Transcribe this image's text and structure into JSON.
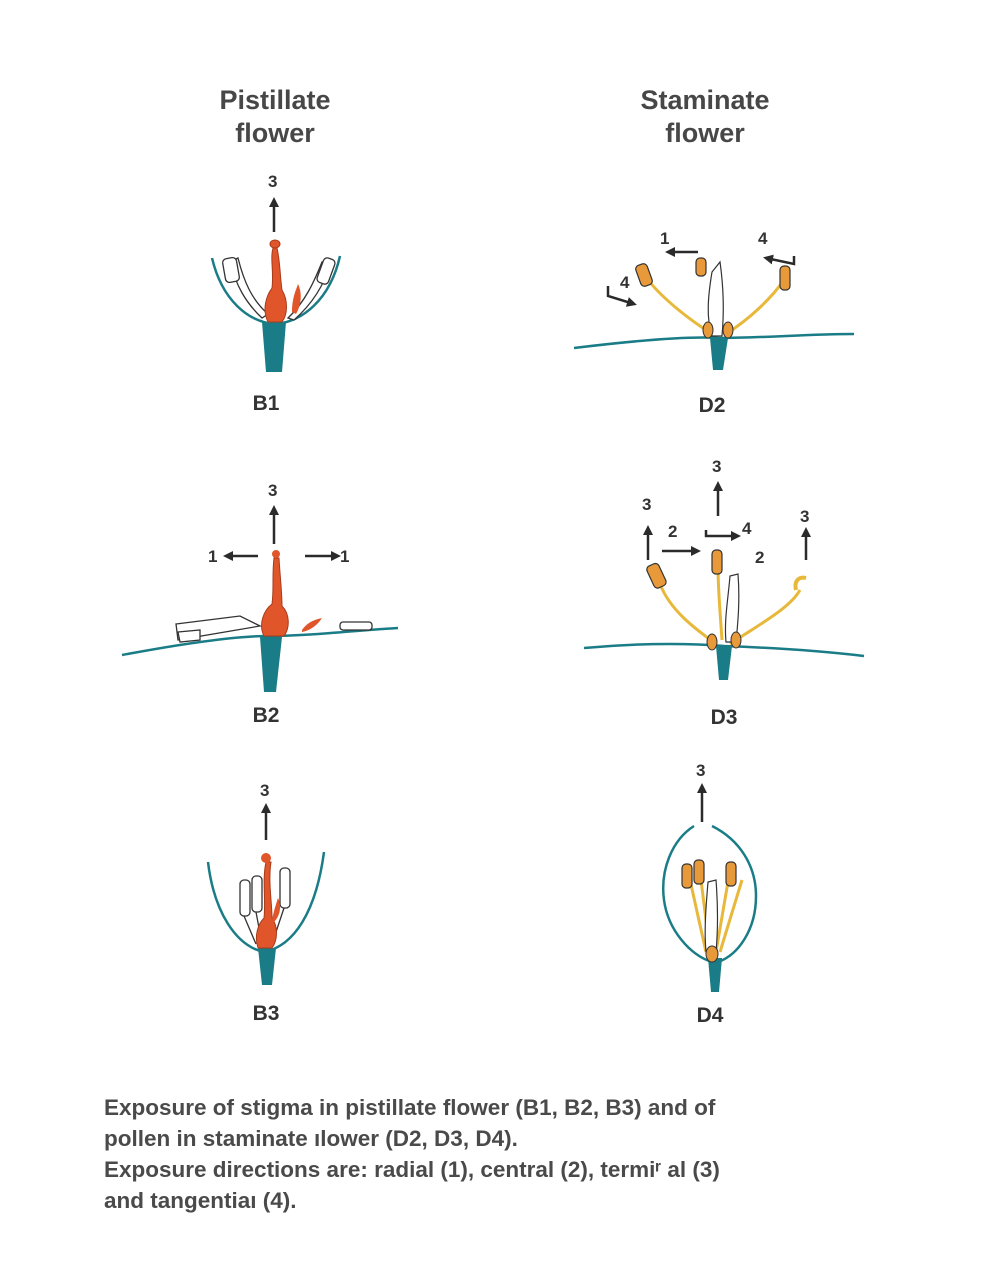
{
  "headings": {
    "pistillate": [
      "Pistillate",
      "flower"
    ],
    "staminate": [
      "Staminate",
      "flower"
    ]
  },
  "panels": {
    "B1": {
      "label": "B1"
    },
    "B2": {
      "label": "B2"
    },
    "B3": {
      "label": "B3"
    },
    "D2": {
      "label": "D2"
    },
    "D3": {
      "label": "D3"
    },
    "D4": {
      "label": "D4"
    }
  },
  "arrow_numbers": {
    "radial": "1",
    "central": "2",
    "terminal": "3",
    "tangential": "4"
  },
  "caption": {
    "lines": [
      "Exposure of stigma in pistillate flower (B1, B2, B3) and of",
      "pollen in staminate ılower (D2, D3, D4).",
      "Exposure  directions are: radial (1), central (2), termiʳ al (3)",
      "and tangentiaı (4)."
    ]
  },
  "colors": {
    "teal": "#1a7c86",
    "orange": "#e0562a",
    "yellow": "#e8b83a",
    "anther": "#e89a3a",
    "arrow": "#2b2b2b"
  }
}
